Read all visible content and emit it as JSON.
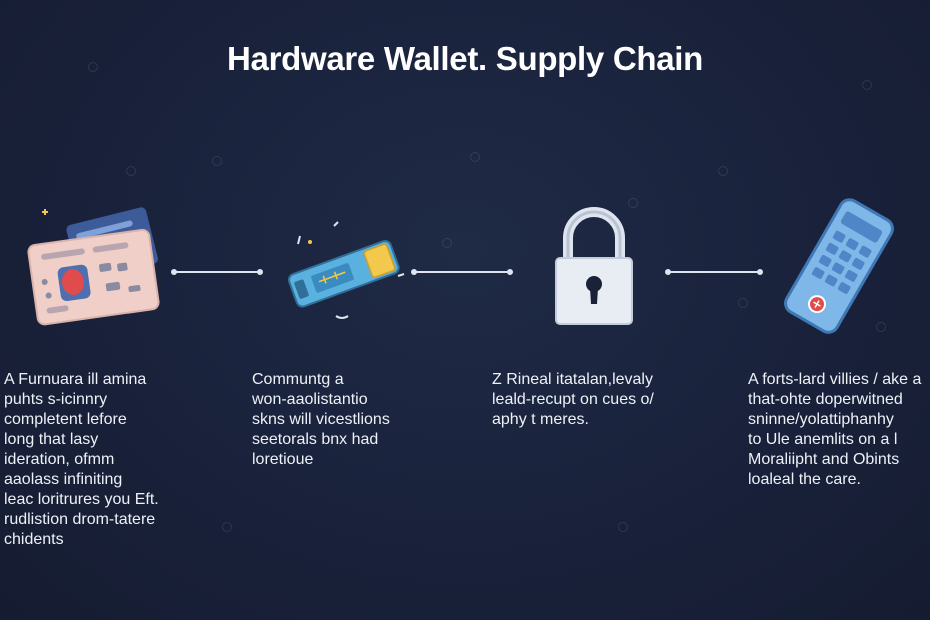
{
  "title": "Hardware Wallet. Supply Chain",
  "stages": [
    {
      "icon": "circuit-card-icon",
      "text": "A Furnuara ill amina\npuhts s-icinnry\ncompletent lefore\nlong that lasy\nideration, ofmm\naaolass infiniting\nleac loritrures you Eft.\nrudlistion drom-tatere\nchidents"
    },
    {
      "icon": "usb-wallet-icon",
      "text": "Communtg a\nwon-aaolistantio\nskns will vicestlions\nseetorals bnx had\nloretioue"
    },
    {
      "icon": "padlock-icon",
      "text": "Z Rineal itatalan,levaly\nleald-recupt on cues o/\naphy t meres."
    },
    {
      "icon": "keypad-device-icon",
      "text": "A forts-lard villies / ake a\nthat-ohte doperwitned\nsninne/yolattiphanhy\nto Ule anemlits on a l\nMoraliipht and Obints\nloaleal the care."
    }
  ],
  "colors": {
    "background": "#19213a",
    "card_pink": "#f0cfc8",
    "card_blue": "#3d5a99",
    "usb_blue": "#5ab0de",
    "usb_gold": "#f2c94c",
    "lock_body": "#e8edf4",
    "device_blue": "#7fb8e8",
    "accent_red": "#e04b4b"
  }
}
